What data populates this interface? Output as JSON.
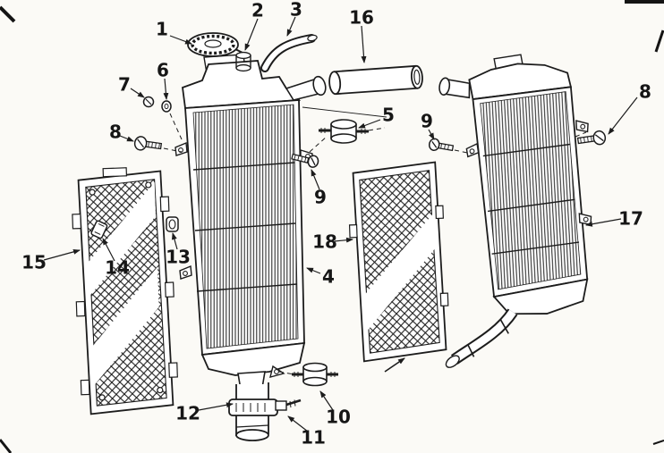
{
  "page": {
    "background_color": "#fbfaf6",
    "ink_color": "#1c1c1c"
  },
  "diagram": {
    "type": "exploded-parts-diagram",
    "subject": "radiator-assembly",
    "callouts": [
      {
        "label": "1",
        "part": "radiator-cap"
      },
      {
        "label": "2",
        "part": "cap-valve"
      },
      {
        "label": "3",
        "part": "breather-hose"
      },
      {
        "label": "16",
        "part": "overflow-tube"
      },
      {
        "label": "7",
        "part": "bolt-washer"
      },
      {
        "label": "6",
        "part": "collar-nut"
      },
      {
        "label": "8",
        "part": "left-guard-screw"
      },
      {
        "label": "5",
        "part": "upper-rubber-mount"
      },
      {
        "label": "9",
        "part": "center-mount-screw"
      },
      {
        "label": "9",
        "part": "right-mount-screw"
      },
      {
        "label": "8",
        "part": "right-guard-screw"
      },
      {
        "label": "15",
        "part": "left-radiator-guard"
      },
      {
        "label": "14",
        "part": "guard-clip"
      },
      {
        "label": "13",
        "part": "guard-grommet"
      },
      {
        "label": "4",
        "part": "left-radiator"
      },
      {
        "label": "18",
        "part": "right-radiator-guard"
      },
      {
        "label": "17",
        "part": "right-radiator"
      },
      {
        "label": "12",
        "part": "outlet-hose"
      },
      {
        "label": "11",
        "part": "hose-clamp"
      },
      {
        "label": "10",
        "part": "lower-rubber-mount"
      }
    ]
  }
}
